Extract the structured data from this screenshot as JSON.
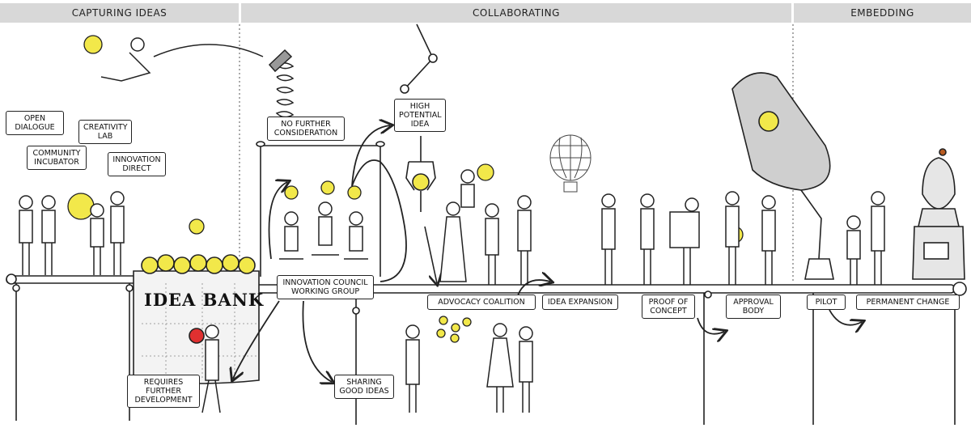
{
  "phases": {
    "capturing": "CAPTURING IDEAS",
    "collaborating": "COLLABORATING",
    "embedding": "EMBEDDING"
  },
  "idea_bank": {
    "title": "IDEA BANK"
  },
  "labels": {
    "open_dialogue": "OPEN DIALOGUE",
    "community_incubator": "COMMUNITY INCUBATOR",
    "creativity_lab": "CREATIVITY LAB",
    "innovation_direct": "INNOVATION DIRECT",
    "no_further_consideration": "NO FURTHER CONSIDERATION",
    "high_potential_idea": "HIGH POTENTIAL IDEA",
    "innovation_council": "INNOVATION COUNCIL WORKING GROUP",
    "advocacy_coalition": "ADVOCACY COALITION",
    "idea_expansion": "IDEA EXPANSION",
    "proof_of_concept": "PROOF OF CONCEPT",
    "approval_body": "APPROVAL BODY",
    "pilot": "PILOT",
    "permanent_change": "PERMANENT CHANGE",
    "requires_further_development": "REQUIRES FURTHER DEVELOPMENT",
    "sharing_good_ideas": "SHARING GOOD IDEAS"
  },
  "colors": {
    "bulb": "#f2e84a",
    "bulb_red": "#e03030",
    "phase_bar": "#d8d8d8",
    "ink": "#222222"
  }
}
